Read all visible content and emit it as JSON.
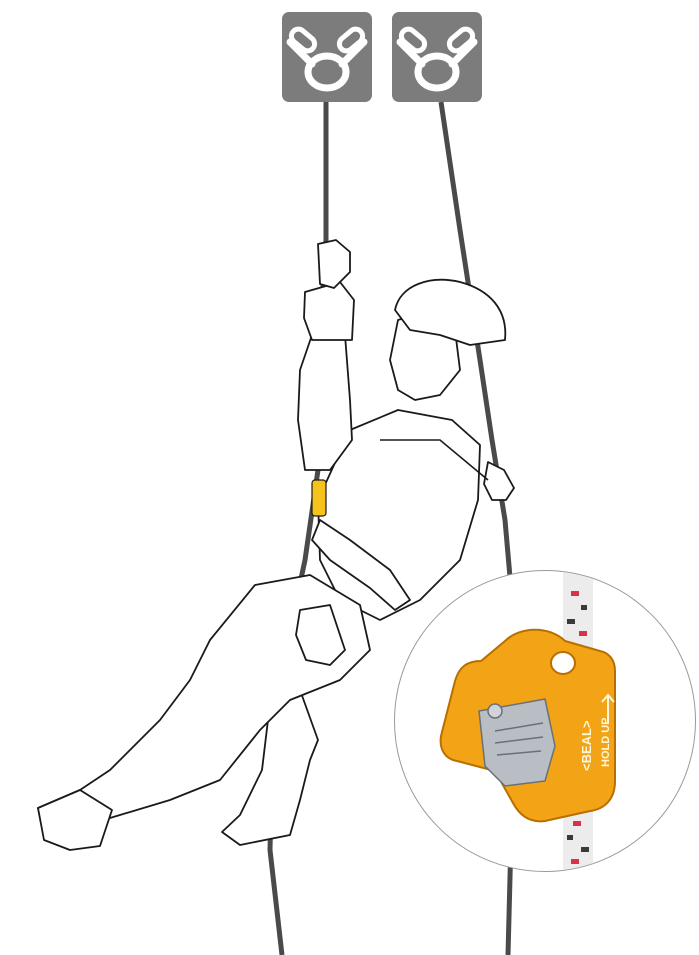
{
  "anchors": [
    {
      "id": "left",
      "icon": "anchor-icon"
    },
    {
      "id": "right",
      "icon": "anchor-icon"
    }
  ],
  "device": {
    "brand_text": "<BEAL>",
    "instruction_text": "HOLD UP",
    "arrow_icon": "arrow-up-icon",
    "colors": {
      "body": "#f2a416",
      "body_dark": "#b86f00",
      "cam": "#b8bec4",
      "rope": "#ececec",
      "rope_fleck_red": "#d8324a",
      "rope_fleck_dark": "#3a3a3a"
    }
  },
  "colors": {
    "badge": "#7c7c7c",
    "rope_line": "#4a4a4a",
    "outline": "#1a1a1a",
    "harness_accent": "#f6c21c"
  }
}
